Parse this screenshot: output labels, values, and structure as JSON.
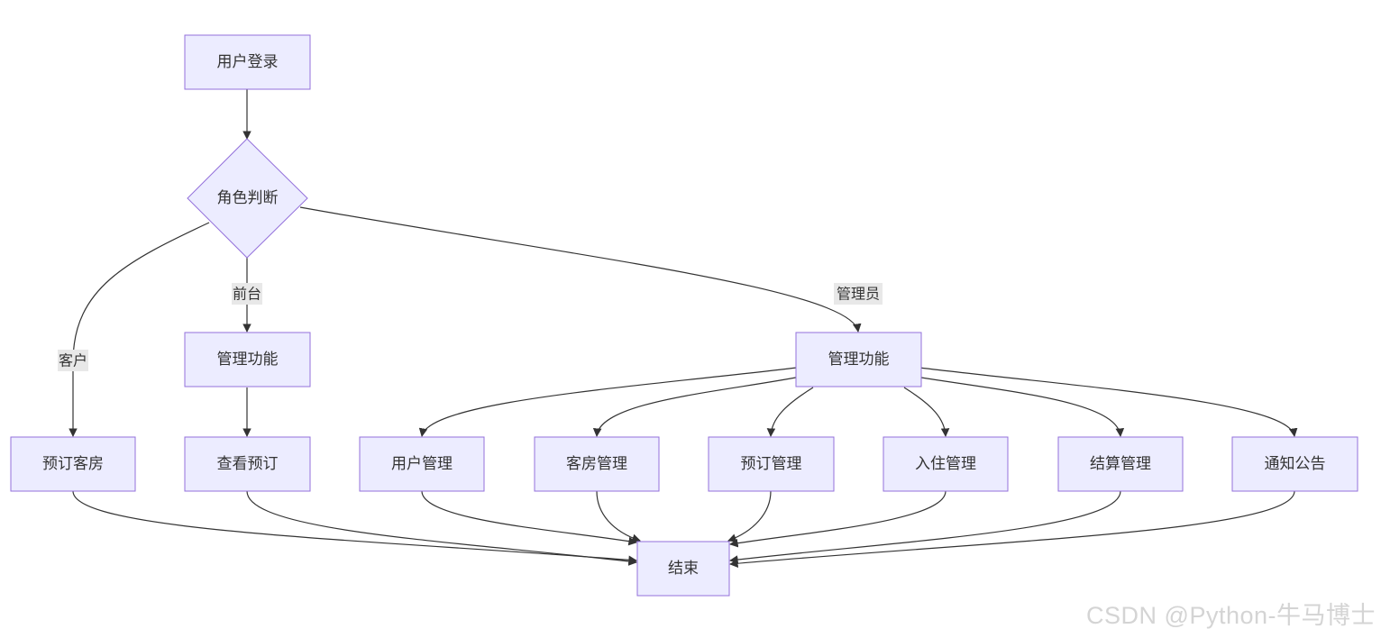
{
  "diagram": {
    "nodes": {
      "login": "用户登录",
      "role": "角色判断",
      "frontdesk_mgmt": "管理功能",
      "admin_mgmt": "管理功能",
      "book_room": "预订客房",
      "view_booking": "查看预订",
      "user_mgmt": "用户管理",
      "room_mgmt": "客房管理",
      "booking_mgmt": "预订管理",
      "checkin_mgmt": "入住管理",
      "settle_mgmt": "结算管理",
      "notice": "通知公告",
      "end": "结束"
    },
    "edge_labels": {
      "customer": "客户",
      "frontdesk": "前台",
      "admin": "管理员"
    },
    "colors": {
      "node_fill": "#ECECFF",
      "node_stroke": "#9370DB",
      "edge": "#333333",
      "label_bg": "#E8E8E8"
    }
  },
  "watermark": "CSDN @Python-牛马博士"
}
